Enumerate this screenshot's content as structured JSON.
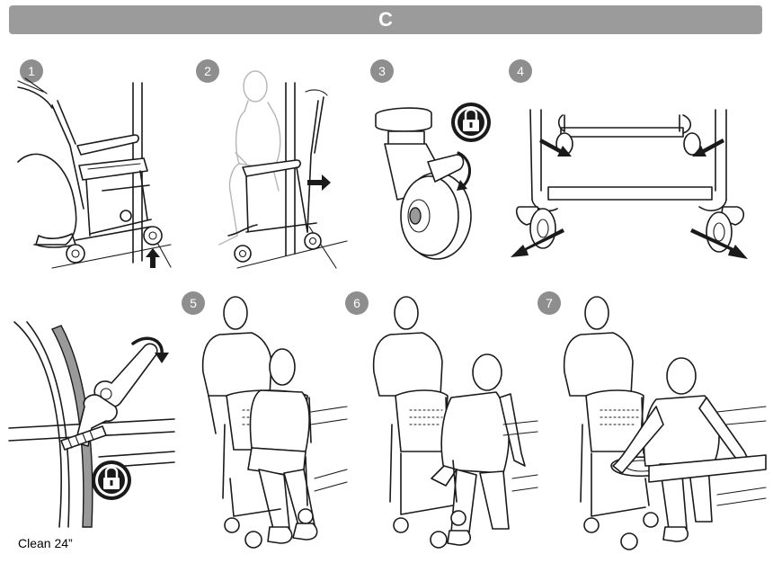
{
  "header": {
    "title": "C",
    "color": "#9b9b9b"
  },
  "steps": [
    {
      "label": "1"
    },
    {
      "label": "2"
    },
    {
      "label": "3"
    },
    {
      "label": "4"
    },
    {
      "label": "5"
    },
    {
      "label": "6"
    },
    {
      "label": "7"
    }
  ],
  "caption": "Clean 24”",
  "icons": [
    "lock-icon",
    "arrow-up-icon",
    "arrow-right-icon",
    "rotate-arrow-icon",
    "arrow-down-left-icon",
    "arrow-down-right-icon"
  ]
}
